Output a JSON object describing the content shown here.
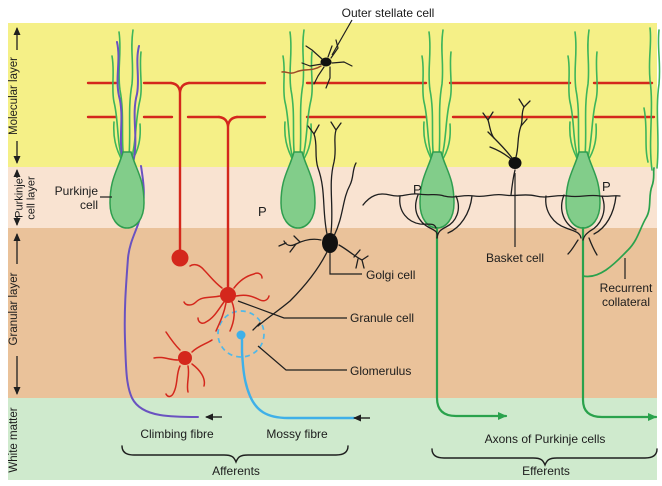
{
  "palette": {
    "molecular_yellow": "#f5f087",
    "purkinje_pink": "#f9e3d1",
    "granular_tan": "#eac29a",
    "white_matter_green": "#cfeacd",
    "purkinje_cell_green": "#82cd8a",
    "purkinje_cell_stroke": "#2f9e4f",
    "dendrite_green": "#3db55a",
    "parallel_fibre_red": "#d4271c",
    "mossy_fibre_blue": "#3fb0e8",
    "climbing_fibre_purple": "#6a52c0",
    "stellate_axon_brown": "#9c4a28",
    "line_black": "#1f1f1f"
  },
  "layer_labels": {
    "molecular": "Molecular layer",
    "purkinje_line1": "Purkinje",
    "purkinje_line2": "cell layer",
    "granular": "Granular layer",
    "white_matter": "White matter"
  },
  "cells": {
    "outer_stellate": "Outer stellate cell",
    "purkinje_line1": "Purkinje",
    "purkinje_line2": "cell",
    "p_b": "P",
    "p_c": "P",
    "p_d": "P",
    "golgi": "Golgi cell",
    "granule": "Granule cell",
    "glomerulus": "Glomerulus",
    "basket": "Basket cell",
    "recurrent_line1": "Recurrent",
    "recurrent_line2": "collateral"
  },
  "fibres": {
    "climbing": "Climbing fibre",
    "mossy": "Mossy fibre",
    "axons_of_purkinje": "Axons of Purkinje cells"
  },
  "groups": {
    "afferents": "Afferents",
    "efferents": "Efferents"
  }
}
